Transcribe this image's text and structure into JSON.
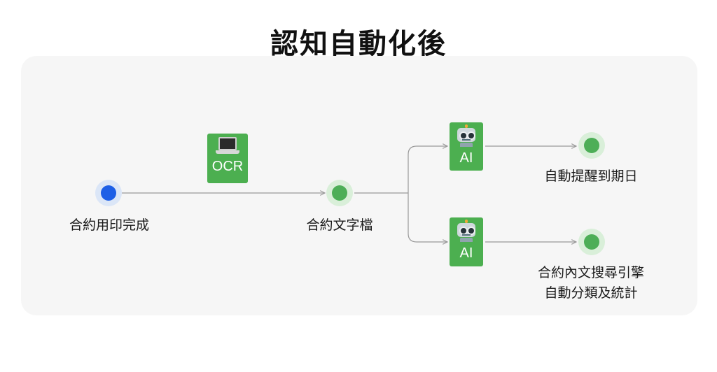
{
  "title": "認知自動化後",
  "nodes": {
    "contract_print": "合約用印完成",
    "contract_text": "合約文字檔",
    "reminder": "自動提醒到期日",
    "search_line1": "合約內文搜尋引擎",
    "search_line2": "自動分類及統計"
  },
  "badges": {
    "ocr": {
      "icon": "laptop-icon",
      "label": "OCR"
    },
    "ai_top": {
      "icon": "robot-icon",
      "label": "AI"
    },
    "ai_bottom": {
      "icon": "robot-icon",
      "label": "AI"
    }
  },
  "colors": {
    "start_node": "#1d5fe6",
    "end_node": "#4dae57",
    "badge": "#4caf50",
    "edge": "#999999"
  }
}
